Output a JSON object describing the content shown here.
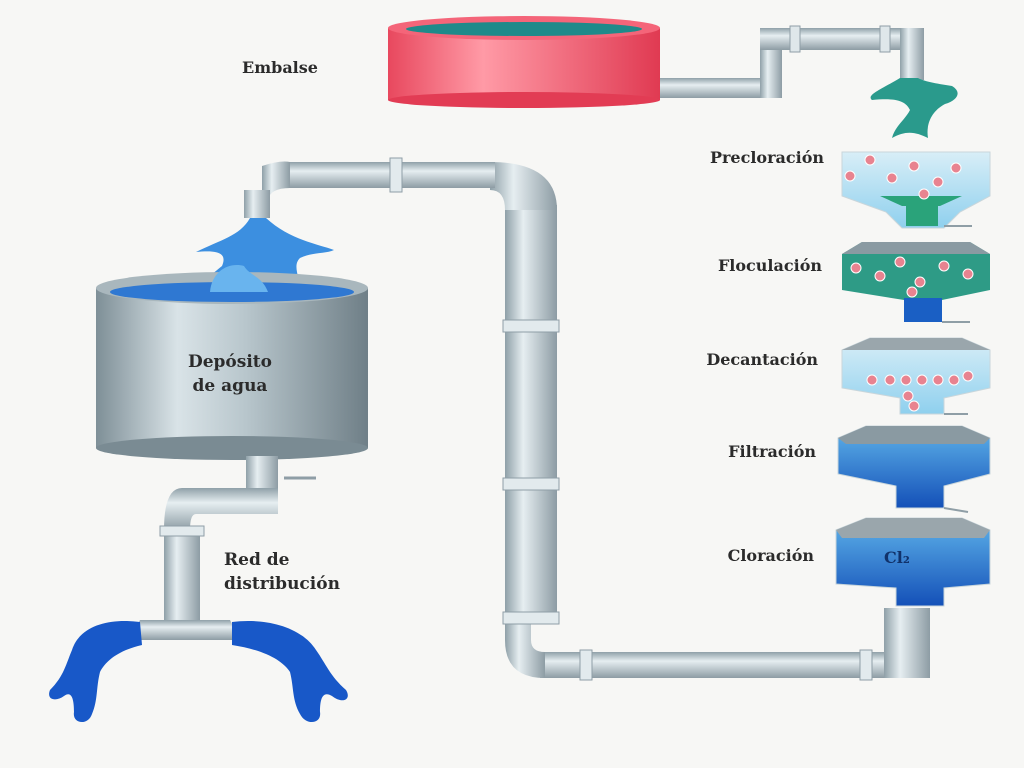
{
  "labels": {
    "reservoir": "Embalse",
    "tank_line1": "Depósito",
    "tank_line2": "de agua",
    "network_line1": "Red de",
    "network_line2": "distribución"
  },
  "stages": [
    {
      "name": "Precloración"
    },
    {
      "name": "Floculación"
    },
    {
      "name": "Decantación"
    },
    {
      "name": "Filtración"
    },
    {
      "name": "Cloración",
      "marker": "Cl₂"
    }
  ],
  "colors": {
    "pipe": "#b9c6cc",
    "reservoir": "#f2566a",
    "water_dark": "#1a5fc4",
    "water_light": "#7cc8ea",
    "green_water": "#2aa37a",
    "particle": "#e88390"
  }
}
